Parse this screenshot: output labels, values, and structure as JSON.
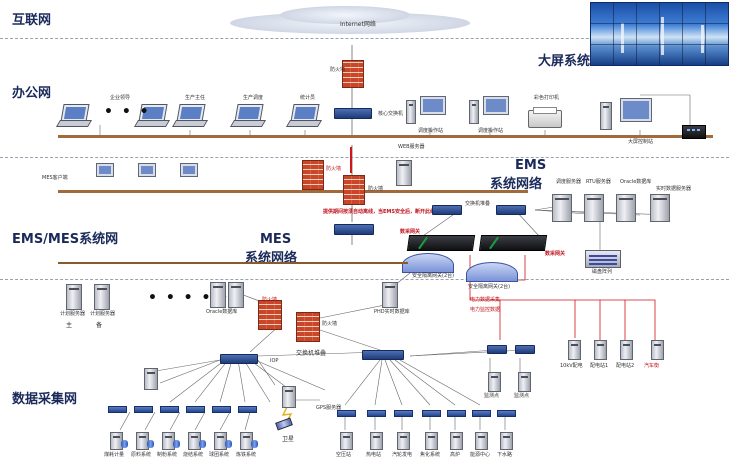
{
  "zones": {
    "internet": "互联网",
    "office": "办公网",
    "emsmes": "EMS/MES系统网",
    "collect": "数据采集网",
    "bigscreen": "大屏系统",
    "ems_line1": "EMS",
    "ems_line2": "系统网络",
    "mes_line1": "MES",
    "mes_line2": "系统网络"
  },
  "internet": {
    "cloud_label": "Internet网络",
    "firewall": "防火墙"
  },
  "office": {
    "laptops": [
      "企业领导",
      "生产主任",
      "生产调度",
      "统计员"
    ],
    "ellipsis": "• • •",
    "core_switch": "核心交换机",
    "ops_stations": [
      "调度操作站",
      "调度操作站"
    ],
    "printer": "彩色打印机",
    "bigscreen_ctrl": "大屏控制站",
    "web_server": "WEB服务器"
  },
  "ems_layer": {
    "client": "MES客户端",
    "firewall1": "防火墙",
    "firewall_red": "防火墙",
    "warning": "提供期间按须自动离线，当EMS安全后，断开此线",
    "switch_stack": "交换机堆叠",
    "servers": [
      "调度服务器",
      "RTU服务器",
      "Oracle数据库",
      "实时数据服务器"
    ],
    "collect_label": "数采网关",
    "storage": "磁盘阵列",
    "gate1": "安全隔离网关(2台)",
    "gate2": "安全隔离网关(2台)"
  },
  "mes_layer": {
    "servers_left": [
      "计划服务器",
      "计划服务器"
    ],
    "labels_left": [
      "主",
      "备"
    ],
    "ellipsis": "• • • • •",
    "oracle": "Oracle数据库",
    "firewall": "防火墙",
    "firewall_red": "防火墙",
    "phd": "PHD实时数据库",
    "switch_stack": "交换机堆叠",
    "power_monitor": "电力监控数据"
  },
  "collect_layer": {
    "gps_server": "GPS服务器",
    "satellite": "卫星",
    "sensors_left": [
      "煤耗计量",
      "原料系统",
      "制粉系统",
      "烧结系统",
      "球团系统",
      "炼铁系统"
    ],
    "sensors_right": [
      "空压站",
      "热电站",
      "汽轮发电",
      "焦化系统",
      "高炉",
      "能源中心",
      "下水路"
    ],
    "remote_left": [
      "监测点",
      "监测点"
    ],
    "remote_right": [
      "10kV配电",
      "配电站1",
      "配电站2",
      "汽车衡"
    ],
    "iop": "IOP",
    "tags_red": [
      "电力数据采集"
    ]
  },
  "colors": {
    "bus": "#a06a3a",
    "switch": "#2b4a8c",
    "firewall": "#c9462a",
    "alert": "#d0161c",
    "arrow_green": "#19a03a"
  }
}
